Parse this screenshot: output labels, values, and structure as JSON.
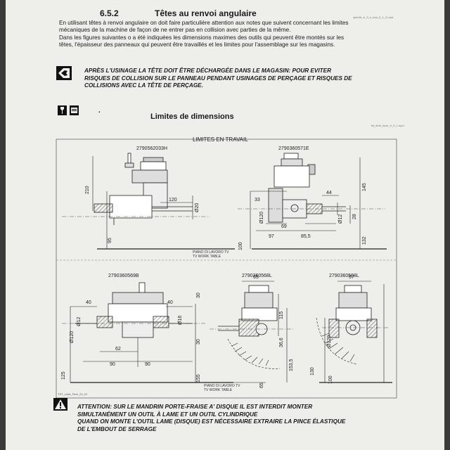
{
  "section": {
    "number": "6.5.2",
    "title": "Têtes au renvoi angulaire",
    "ref_code": "spindle_b_3_e_ban_5_1_3.mpd"
  },
  "intro": {
    "line1": "En utilisant têtes à renvoi angulaire on doit faire particulière attention aux notes que suivent concernant les limites",
    "line2": "mécaniques de la machine de façon de ne entrer pas en collision avec parties de la même.",
    "line3": "Dans les figures suivantes o a été indiquées les dimensions maximes des outils qui peuvent être montés sur les",
    "line4": "têtes, l'épaisseur des panneaux qui peuvent être travaillés et les limites pour l'assemblage sur les magasins."
  },
  "warning1": {
    "icon": "warning-hand-icon",
    "line1": "APRÈS L'USINAGE LA TÊTE DOIT ÊTRE DÉCHARGÉE DANS LE MAGASIN: POUR EVITER",
    "line2": "RISQUES DE COLLISION SUR LE PANNEAU PENDANT USINAGES DE PERÇAGE ET RISQUES DE",
    "line3": "COLLISIONS AVEC LA TÊTE DE PERÇAGE."
  },
  "subsection": {
    "bullet": ".",
    "title": "Limites de dimensions",
    "icons": [
      "wrench-icon",
      "manual-icon"
    ],
    "ref_code": "tst_limit_tools_fr_3_1.mpd"
  },
  "figure": {
    "heading": "LIMITES EN TRAVAIL",
    "codes": {
      "a": "2790562033H",
      "b": "2790360571E",
      "c": "2790360569B",
      "d": "2790360568L",
      "e": "2790360568L"
    },
    "table_it": "PIANO DI LAVORO TV",
    "table_en": "TV WORK TABLE",
    "dims": {
      "a_210": "210",
      "a_120": "120",
      "a_20": "Ø20",
      "a_95": "95",
      "b_145": "145",
      "b_44": "44",
      "b_33": "33",
      "b_120": "Ø120",
      "b_12": "Ø12",
      "b_28": "28",
      "b_69": "69",
      "b_97": "97",
      "b_855": "85,5",
      "b_100": "100",
      "b_132": "132",
      "c_40l": "40",
      "c_40r": "40",
      "c_12": "Ø12",
      "c_16": "Ø16",
      "c_120": "Ø120",
      "c_62": "62",
      "c_90l": "90",
      "c_90r": "90",
      "c_125": "125",
      "c_155": "155",
      "c_30a": "30",
      "c_30b": "30",
      "d_65": "65",
      "d_115": "115",
      "d_366": "36,6",
      "d_1535": "153,5",
      "d_65b": "65",
      "e_57": "57",
      "e_120": "Ø120",
      "e_130": "130",
      "e_100": "100"
    },
    "bottom_code": "TST_Limit_Tech_22_01"
  },
  "warning2": {
    "icon": "warning-triangle-icon",
    "line1": "ATTENTION: SUR LE MANDRIN PORTE-FRAISE A' DISQUE IL EST INTERDIT MONTER",
    "line2": "SIMULTANÉMENT UN OUTIL À LAME ET UN OUTIL CYLINDRIQUE",
    "line3": "QUAND ON MONTE L'OUTIL LAME (DISQUE) EST NÉCESSAIRE EXTRAIRE LA PINCE ÉLASTIQUE",
    "line4": "DE L'EMBOUT DE SERRAGE"
  }
}
